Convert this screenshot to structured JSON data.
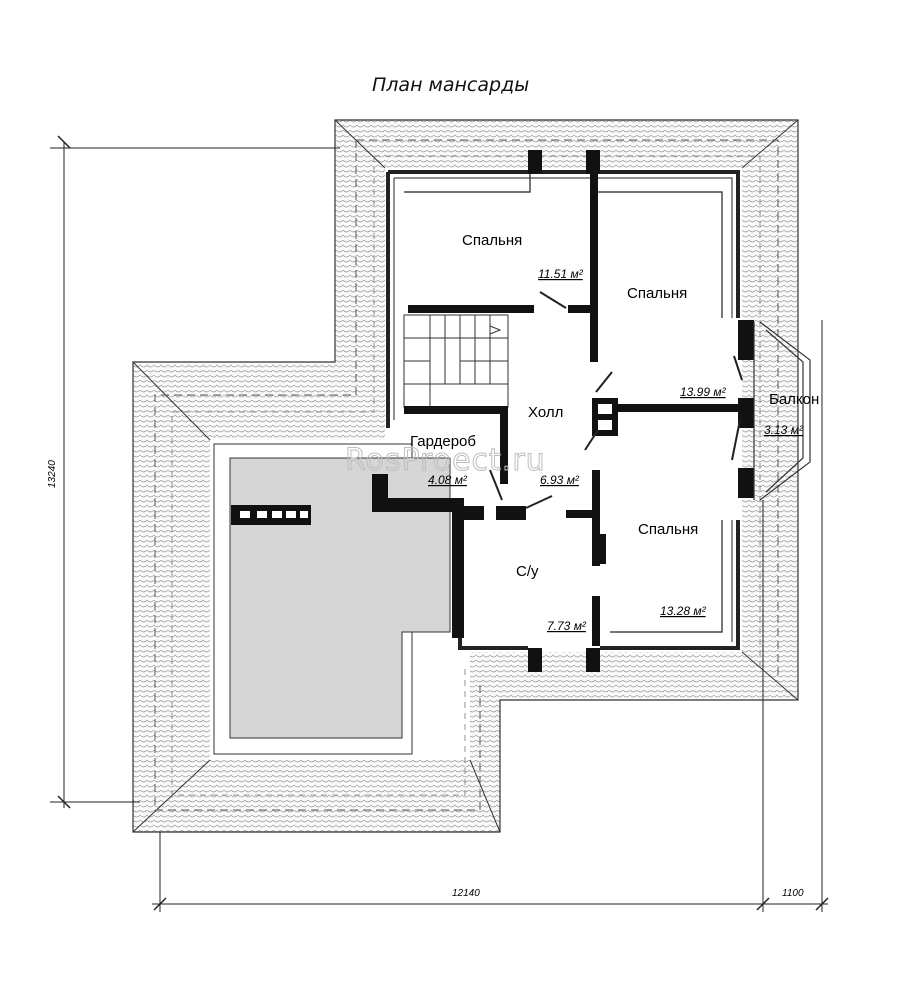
{
  "title": "План мансарды",
  "rooms": [
    {
      "name": "Спальня",
      "area": "11.51 м²"
    },
    {
      "name": "Спальня",
      "area": "13.99 м²"
    },
    {
      "name": "Холл",
      "area": "6.93 м²"
    },
    {
      "name": "Гардероб",
      "area": "4.08 м²"
    },
    {
      "name": "Балкон",
      "area": "3.13 м²"
    },
    {
      "name": "С/у",
      "area": "7.73 м²"
    },
    {
      "name": "Спальня",
      "area": "13.28 м²"
    }
  ],
  "dimensions": {
    "height": "13240",
    "width": "12140",
    "balcony_offset": "1100"
  },
  "watermark": "RosProect.ru"
}
